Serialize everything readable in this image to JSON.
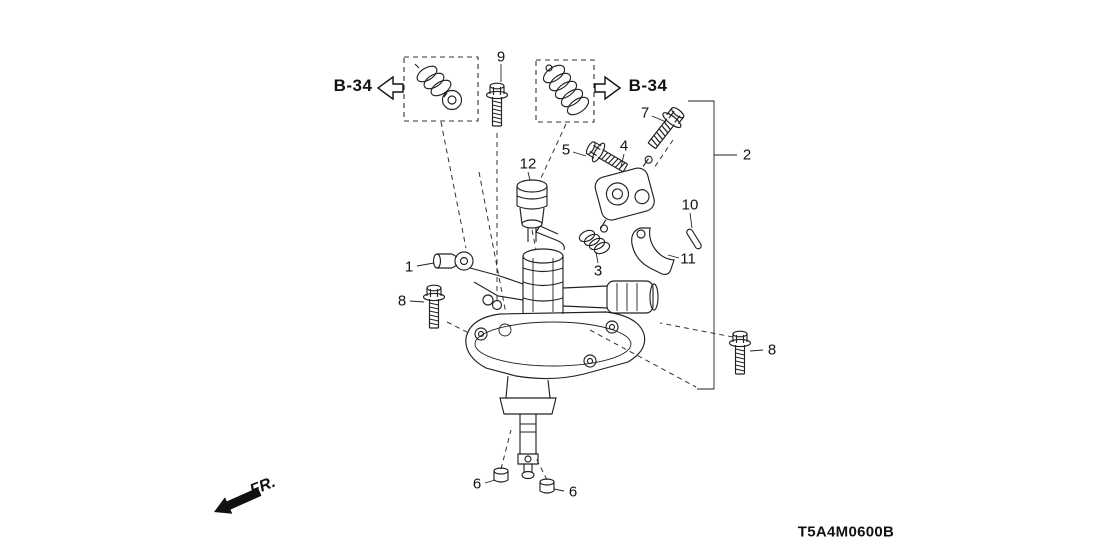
{
  "diagram": {
    "part_code": "T5A4M0600B",
    "direction_label": "FR.",
    "reference_labels": {
      "left": "B-34",
      "right": "B-34"
    },
    "callouts": {
      "c1": "1",
      "c2": "2",
      "c3": "3",
      "c4": "4",
      "c5": "5",
      "c6a": "6",
      "c6b": "6",
      "c7": "7",
      "c8a": "8",
      "c8b": "8",
      "c9": "9",
      "c10": "10",
      "c11": "11",
      "c12": "12"
    }
  }
}
